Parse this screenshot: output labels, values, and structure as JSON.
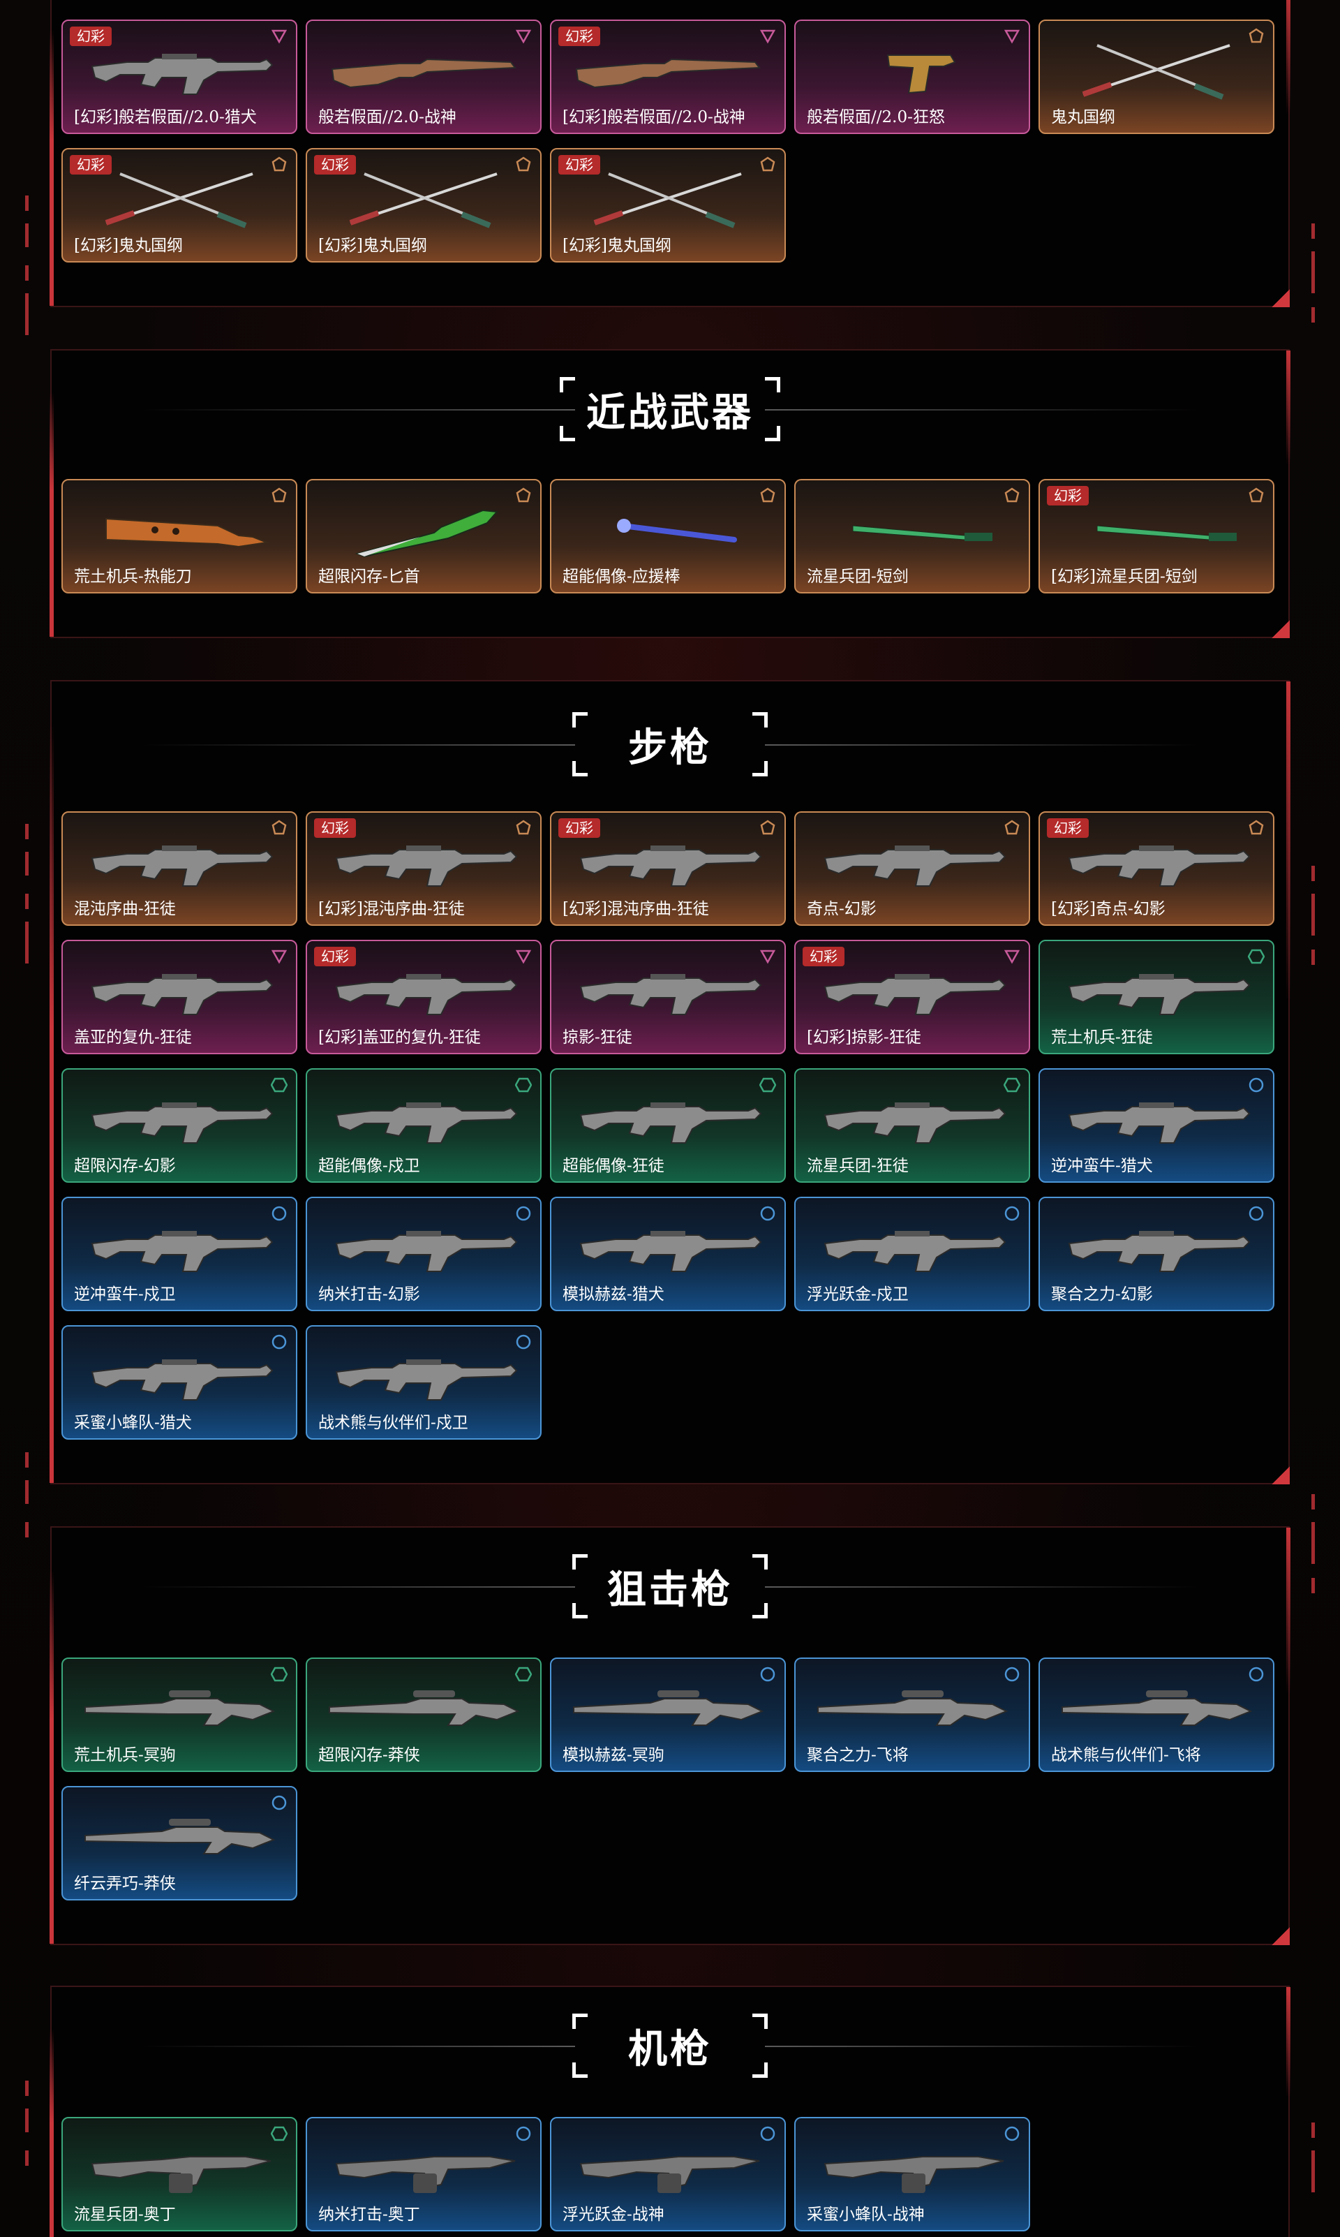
{
  "badge_text": "幻彩",
  "colors": {
    "accent": "#c8353a",
    "gold": "#c98a55",
    "purple": "#c75a9a",
    "green": "#3aa77c",
    "blue": "#4b95d6"
  },
  "partial_section": {
    "cards": [
      {
        "label": "[幻彩]般若假面//2.0-猎犬",
        "tier": "purple",
        "badge": true,
        "weapon": "rifle"
      },
      {
        "label": "般若假面//2.0-战神",
        "tier": "purple",
        "badge": false,
        "weapon": "shotgun"
      },
      {
        "label": "[幻彩]般若假面//2.0-战神",
        "tier": "purple",
        "badge": true,
        "weapon": "shotgun"
      },
      {
        "label": "般若假面//2.0-狂怒",
        "tier": "purple",
        "badge": false,
        "weapon": "pistol"
      },
      {
        "label": "鬼丸国纲",
        "tier": "gold",
        "badge": false,
        "weapon": "swords"
      },
      {
        "label": "[幻彩]鬼丸国纲",
        "tier": "gold",
        "badge": true,
        "weapon": "swords"
      },
      {
        "label": "[幻彩]鬼丸国纲",
        "tier": "gold",
        "badge": true,
        "weapon": "swords"
      },
      {
        "label": "[幻彩]鬼丸国纲",
        "tier": "gold",
        "badge": true,
        "weapon": "swords"
      }
    ]
  },
  "sections": [
    {
      "title": "近战武器",
      "cards": [
        {
          "label": "荒土机兵-热能刀",
          "tier": "gold",
          "badge": false,
          "weapon": "cleaver"
        },
        {
          "label": "超限闪存-匕首",
          "tier": "gold",
          "badge": false,
          "weapon": "knife"
        },
        {
          "label": "超能偶像-应援棒",
          "tier": "gold",
          "badge": false,
          "weapon": "stick"
        },
        {
          "label": "流星兵团-短剑",
          "tier": "gold",
          "badge": false,
          "weapon": "dagger"
        },
        {
          "label": "[幻彩]流星兵团-短剑",
          "tier": "gold",
          "badge": true,
          "weapon": "dagger"
        }
      ]
    },
    {
      "title": "步枪",
      "cards": [
        {
          "label": "混沌序曲-狂徒",
          "tier": "gold",
          "badge": false,
          "weapon": "rifle"
        },
        {
          "label": "[幻彩]混沌序曲-狂徒",
          "tier": "gold",
          "badge": true,
          "weapon": "rifle"
        },
        {
          "label": "[幻彩]混沌序曲-狂徒",
          "tier": "gold",
          "badge": true,
          "weapon": "rifle"
        },
        {
          "label": "奇点-幻影",
          "tier": "gold",
          "badge": false,
          "weapon": "rifle"
        },
        {
          "label": "[幻彩]奇点-幻影",
          "tier": "gold",
          "badge": true,
          "weapon": "rifle"
        },
        {
          "label": "盖亚的复仇-狂徒",
          "tier": "purple",
          "badge": false,
          "weapon": "rifle"
        },
        {
          "label": "[幻彩]盖亚的复仇-狂徒",
          "tier": "purple",
          "badge": true,
          "weapon": "rifle"
        },
        {
          "label": "掠影-狂徒",
          "tier": "purple",
          "badge": false,
          "weapon": "rifle"
        },
        {
          "label": "[幻彩]掠影-狂徒",
          "tier": "purple",
          "badge": true,
          "weapon": "rifle"
        },
        {
          "label": "荒土机兵-狂徒",
          "tier": "green",
          "badge": false,
          "weapon": "rifle"
        },
        {
          "label": "超限闪存-幻影",
          "tier": "green",
          "badge": false,
          "weapon": "rifle"
        },
        {
          "label": "超能偶像-戍卫",
          "tier": "green",
          "badge": false,
          "weapon": "rifle"
        },
        {
          "label": "超能偶像-狂徒",
          "tier": "green",
          "badge": false,
          "weapon": "rifle"
        },
        {
          "label": "流星兵团-狂徒",
          "tier": "green",
          "badge": false,
          "weapon": "rifle"
        },
        {
          "label": "逆冲蛮牛-猎犬",
          "tier": "blue",
          "badge": false,
          "weapon": "rifle"
        },
        {
          "label": "逆冲蛮牛-戍卫",
          "tier": "blue",
          "badge": false,
          "weapon": "rifle"
        },
        {
          "label": "纳米打击-幻影",
          "tier": "blue",
          "badge": false,
          "weapon": "rifle"
        },
        {
          "label": "模拟赫兹-猎犬",
          "tier": "blue",
          "badge": false,
          "weapon": "rifle"
        },
        {
          "label": "浮光跃金-戍卫",
          "tier": "blue",
          "badge": false,
          "weapon": "rifle"
        },
        {
          "label": "聚合之力-幻影",
          "tier": "blue",
          "badge": false,
          "weapon": "rifle"
        },
        {
          "label": "采蜜小蜂队-猎犬",
          "tier": "blue",
          "badge": false,
          "weapon": "rifle"
        },
        {
          "label": "战术熊与伙伴们-戍卫",
          "tier": "blue",
          "badge": false,
          "weapon": "rifle"
        }
      ]
    },
    {
      "title": "狙击枪",
      "cards": [
        {
          "label": "荒土机兵-冥驹",
          "tier": "green",
          "badge": false,
          "weapon": "sniper"
        },
        {
          "label": "超限闪存-莽侠",
          "tier": "green",
          "badge": false,
          "weapon": "sniper"
        },
        {
          "label": "模拟赫兹-冥驹",
          "tier": "blue",
          "badge": false,
          "weapon": "sniper"
        },
        {
          "label": "聚合之力-飞将",
          "tier": "blue",
          "badge": false,
          "weapon": "sniper"
        },
        {
          "label": "战术熊与伙伴们-飞将",
          "tier": "blue",
          "badge": false,
          "weapon": "sniper"
        },
        {
          "label": "纤云弄巧-莽侠",
          "tier": "blue",
          "badge": false,
          "weapon": "sniper"
        }
      ]
    },
    {
      "title": "机枪",
      "cards": [
        {
          "label": "流星兵团-奥丁",
          "tier": "green",
          "badge": false,
          "weapon": "mg"
        },
        {
          "label": "纳米打击-奥丁",
          "tier": "blue",
          "badge": false,
          "weapon": "mg"
        },
        {
          "label": "浮光跃金-战神",
          "tier": "blue",
          "badge": false,
          "weapon": "mg"
        },
        {
          "label": "采蜜小蜂队-战神",
          "tier": "blue",
          "badge": false,
          "weapon": "mg"
        }
      ]
    }
  ]
}
